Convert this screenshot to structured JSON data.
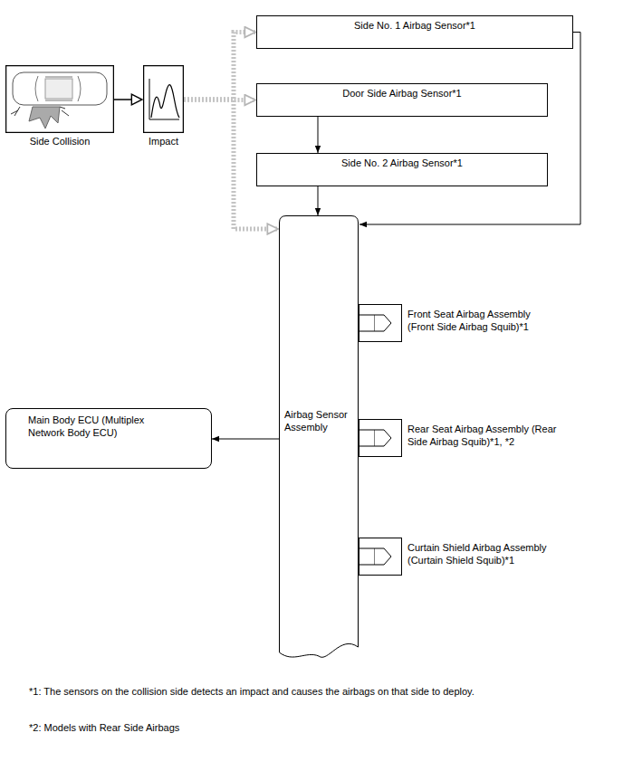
{
  "diagram": {
    "nodes": [
      {
        "text": [
          "Side No. 1 Airbag Sensor*1"
        ]
      },
      {
        "text": [
          "Side Collision"
        ]
      },
      {
        "text": [
          "Impact"
        ]
      },
      {
        "text": [
          "Door Side Airbag Sensor*1"
        ]
      },
      {
        "text": [
          "Side No. 2 Airbag Sensor*1"
        ]
      },
      {
        "text": [
          "Airbag Sensor Assembly"
        ]
      },
      {
        "text": [
          "Front Seat Airbag Assembly (Front Side Airbag Squib)*1"
        ]
      },
      {
        "text": [
          "Main Body ECU (Multiplex Network Body ECU)"
        ]
      },
      {
        "text": [
          "Rear Seat Airbag Assembly (Rear Side Airbag Squib)*1, *2"
        ]
      },
      {
        "text": [
          "Curtain Shield Airbag Assembly (Curtain Shield Squib)*1"
        ]
      }
    ],
    "edges": [
      {
        "from": 1,
        "to": 2,
        "arrow": "to"
      },
      {
        "from": 2,
        "to": 0,
        "arrow": "to"
      },
      {
        "from": 2,
        "to": 3,
        "arrow": "to"
      },
      {
        "from": 2,
        "to": 5,
        "arrow": "to"
      },
      {
        "from": 3,
        "to": 4,
        "arrow": "to"
      },
      {
        "from": 4,
        "to": 5,
        "arrow": "to"
      },
      {
        "from": 0,
        "to": 5,
        "arrow": "to"
      },
      {
        "from": 5,
        "to": 7,
        "arrow": "to"
      }
    ],
    "labels": [
      "*1: The sensors on the collision side detects an impact and causes the airbags on that side to deploy.",
      "*2: Models with Rear Side Airbags"
    ]
  }
}
